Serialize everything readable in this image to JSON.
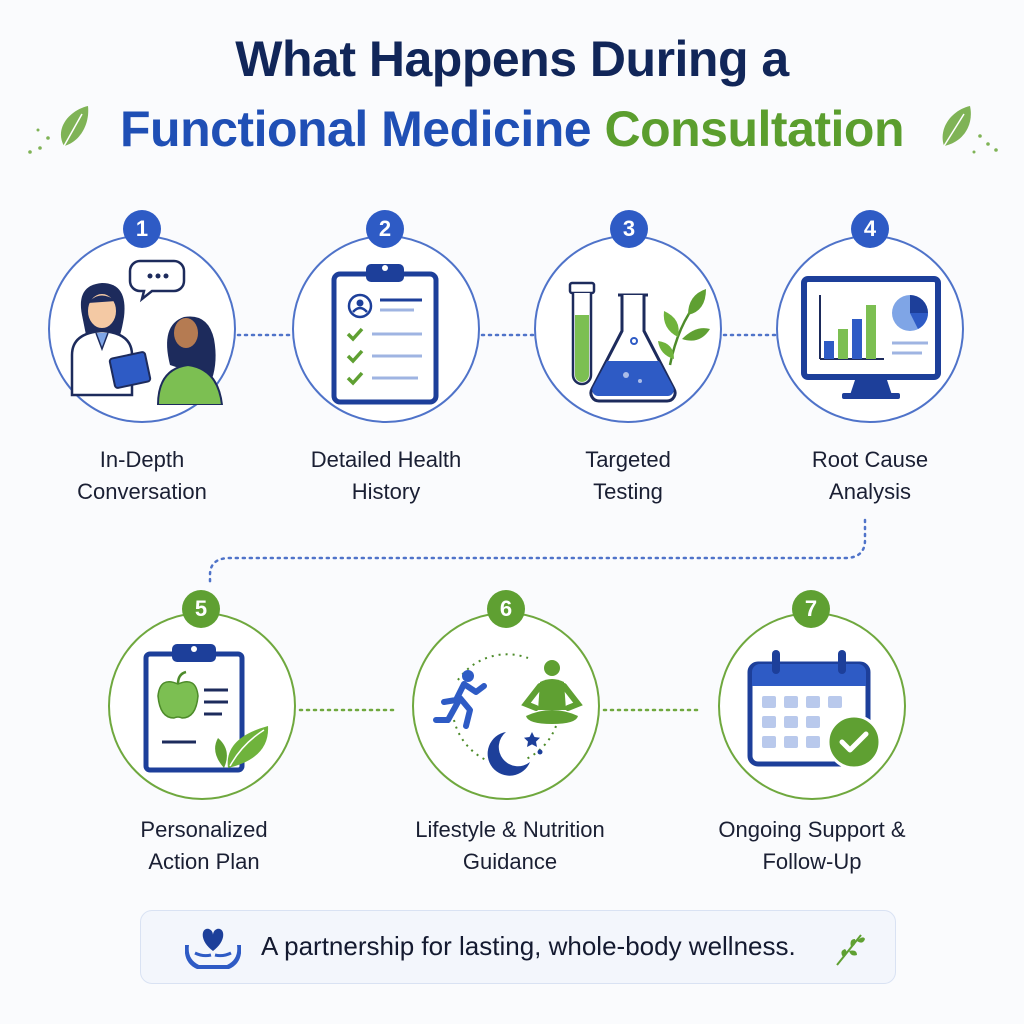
{
  "title": {
    "line1": "What Happens During a",
    "line2_part1": "Functional Medicine",
    "line2_part2": "Consultation"
  },
  "colors": {
    "navy": "#112659",
    "blue": "#1f4fb5",
    "green": "#5b9e2e"
  },
  "steps": [
    {
      "number": "1",
      "label_line1": "In-Depth",
      "label_line2": "Conversation",
      "icon": "doctor-patient-icon"
    },
    {
      "number": "2",
      "label_line1": "Detailed Health",
      "label_line2": "History",
      "icon": "clipboard-checklist-icon"
    },
    {
      "number": "3",
      "label_line1": "Targeted",
      "label_line2": "Testing",
      "icon": "lab-flask-icon"
    },
    {
      "number": "4",
      "label_line1": "Root Cause",
      "label_line2": "Analysis",
      "icon": "monitor-chart-icon"
    },
    {
      "number": "5",
      "label_line1": "Personalized",
      "label_line2": "Action Plan",
      "icon": "clipboard-apple-icon"
    },
    {
      "number": "6",
      "label_line1": "Lifestyle & Nutrition",
      "label_line2": "Guidance",
      "icon": "lifestyle-icon"
    },
    {
      "number": "7",
      "label_line1": "Ongoing Support &",
      "label_line2": "Follow-Up",
      "icon": "calendar-check-icon"
    }
  ],
  "footer": {
    "text": "A partnership for lasting, whole-body wellness.",
    "icon": "heart-hands-icon"
  }
}
